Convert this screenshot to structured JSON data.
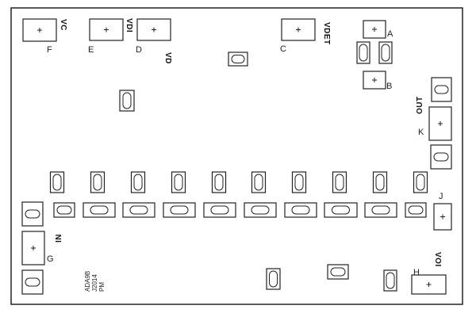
{
  "board": {
    "pad_labels": {
      "A": "A",
      "B": "B",
      "C": "C",
      "D": "D",
      "E": "E",
      "F": "F",
      "G": "G",
      "H": "H",
      "J": "J",
      "K": "K"
    },
    "net_labels": {
      "vc": "VC",
      "vdi": "VDI",
      "vd": "VD",
      "vdet": "VDET",
      "out": "OUT",
      "in": "IN",
      "voi": "VOI"
    },
    "silkscreen": {
      "line1": "ADA9B",
      "line2": "J2014",
      "line3": "PM"
    },
    "colors": {
      "outline": "#222222",
      "background": "#ffffff"
    }
  }
}
